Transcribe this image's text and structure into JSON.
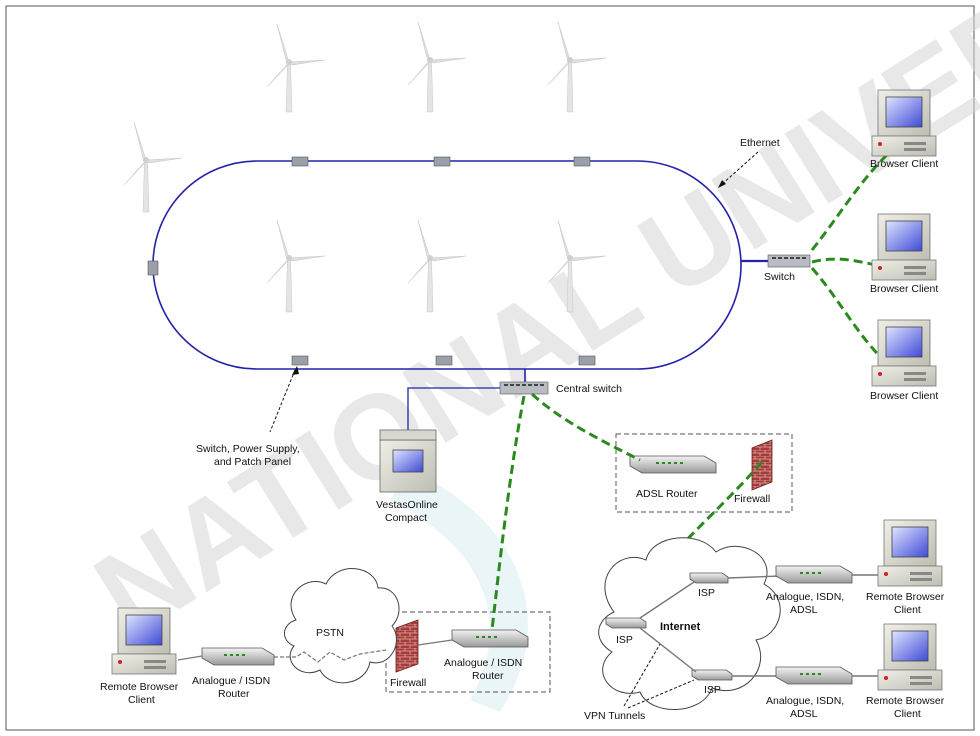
{
  "watermark": "NATIONAL UNIVERSITY",
  "labels": {
    "ethernet": "Ethernet",
    "switch": "Switch",
    "central_switch": "Central switch",
    "switch_power": [
      "Switch, Power Supply,",
      "and Patch Panel"
    ],
    "vestas": [
      "VestasOnline",
      "Compact"
    ],
    "adsl_router": "ADSL Router",
    "firewall_top": "Firewall",
    "pstn": "PSTN",
    "firewall_bottom": "Firewall",
    "analogue_router_center": [
      "Analogue / ISDN",
      "Router"
    ],
    "analogue_router_left": [
      "Analogue / ISDN",
      "Router"
    ],
    "remote_left": [
      "Remote Browser",
      "Client"
    ],
    "internet": "Internet",
    "isp": "ISP",
    "vpn": "VPN Tunnels",
    "analogue_adsl": [
      "Analogue, ISDN,",
      "ADSL"
    ],
    "remote_right": [
      "Remote Browser",
      "Client"
    ],
    "browser_client": "Browser Client"
  },
  "colors": {
    "ring": "#2222aa",
    "dashed_link": "#2a8a1e",
    "firewall": "#a43a3a",
    "cloud": "#ffffff"
  }
}
